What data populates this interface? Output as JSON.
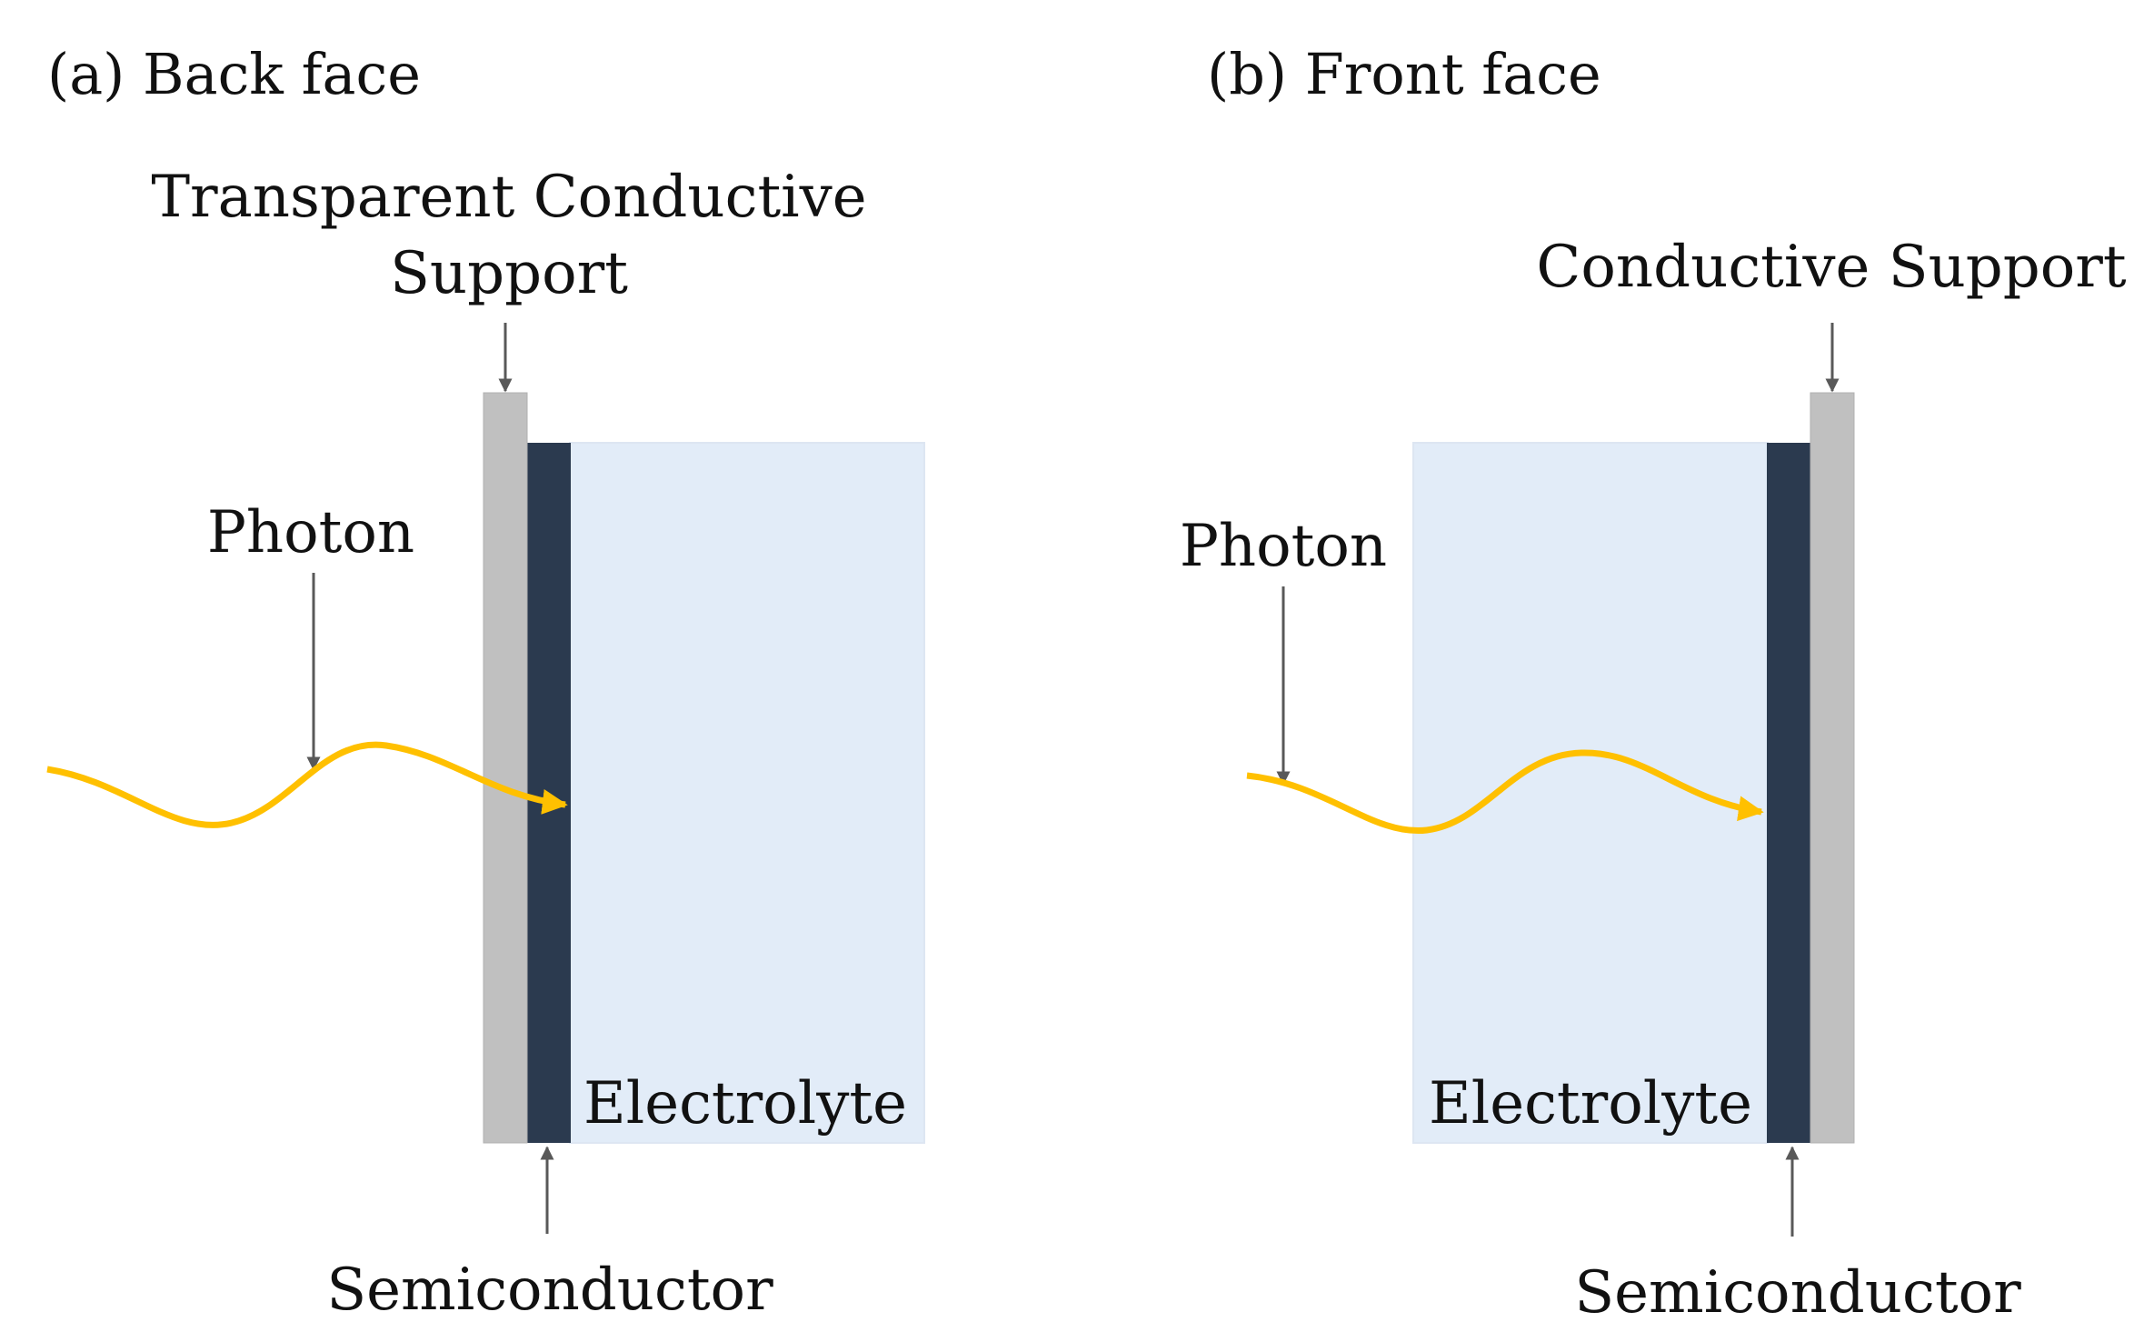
{
  "colors": {
    "support": "#c0c0c0",
    "semiconductor": "#2b3a4f",
    "electrolyte": "#e2ecf8",
    "photon": "#ffc000",
    "pointer": "#595959",
    "text": "#111111"
  },
  "panel_a": {
    "heading": "(a) Back face",
    "support_label_line1": "Transparent Conductive",
    "support_label_line2": "Support",
    "photon_label": "Photon",
    "electrolyte_label": "Electrolyte",
    "semiconductor_label": "Semiconductor"
  },
  "panel_b": {
    "heading": "(b) Front face",
    "support_label": "Conductive Support",
    "photon_label": "Photon",
    "electrolyte_label": "Electrolyte",
    "semiconductor_label": "Semiconductor"
  }
}
